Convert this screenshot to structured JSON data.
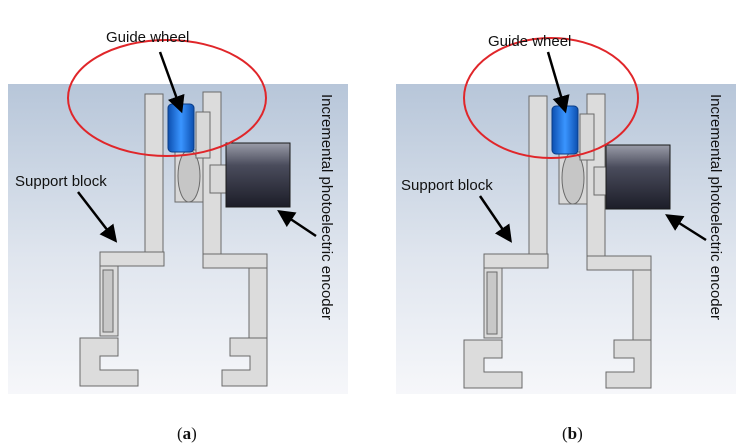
{
  "panels": [
    {
      "caption_open": "(",
      "caption_letter": "a",
      "caption_close": ")",
      "labels": {
        "guide_wheel": "Guide wheel",
        "support_block": "Support block",
        "encoder": "Incremental photoelectric encoder"
      }
    },
    {
      "caption_open": "(",
      "caption_letter": "b",
      "caption_close": ")",
      "labels": {
        "guide_wheel": "Guide wheel",
        "support_block": "Support block",
        "encoder": "Incremental photoelectric encoder"
      }
    }
  ],
  "colors": {
    "background_top": "#b7c6d9",
    "background_bottom": "#f4f6fa",
    "part_fill": "#dcdcdc",
    "part_stroke": "#6a6a6a",
    "wheel_blue": "#1e6fd6",
    "encoder_dark": "#2f3040",
    "highlight_ellipse": "#e0262a"
  }
}
